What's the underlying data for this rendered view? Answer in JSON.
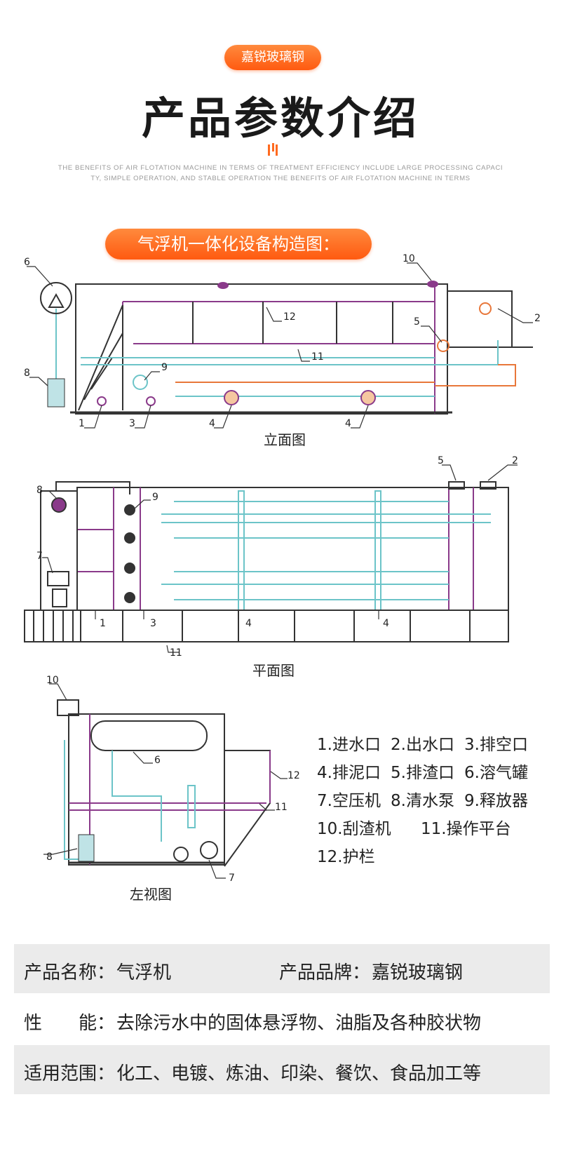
{
  "header": {
    "brand_badge": "嘉锐玻璃钢",
    "title": "产品参数介绍",
    "subtitle_line1": "THE BENEFITS OF AIR FLOTATION MACHINE IN TERMS OF TREATMENT EFFICIENCY INCLUDE LARGE PROCESSING CAPACI",
    "subtitle_line2": "TY, SIMPLE OPERATION, AND STABLE OPERATION THE BENEFITS OF AIR FLOTATION MACHINE IN TERMS"
  },
  "section": {
    "title": "气浮机一体化设备构造图："
  },
  "drawings": {
    "elevation": {
      "caption": "立面图",
      "callouts": [
        "6",
        "10",
        "2",
        "5",
        "12",
        "11",
        "9",
        "8",
        "1",
        "3",
        "4",
        "4"
      ]
    },
    "plan": {
      "caption": "平面图",
      "callouts": [
        "8",
        "9",
        "5",
        "2",
        "7",
        "1",
        "3",
        "4",
        "4",
        "11"
      ]
    },
    "side": {
      "caption": "左视图",
      "callouts": [
        "10",
        "6",
        "12",
        "11",
        "8",
        "7"
      ]
    }
  },
  "legend": {
    "items": [
      "1.进水口",
      "2.出水口",
      "3.排空口",
      "4.排泥口",
      "5.排渣口",
      "6.溶气罐",
      "7.空压机",
      "8.清水泵",
      "9.释放器",
      "10.刮渣机",
      "11.操作平台",
      "12.护栏"
    ]
  },
  "specs": {
    "name_label": "产品名称：",
    "name_value": "气浮机",
    "brand_label": "产品品牌：",
    "brand_value": "嘉锐玻璃钢",
    "perf_label_a": "性",
    "perf_label_b": "能：",
    "perf_value": "去除污水中的固体悬浮物、油脂及各种胶状物",
    "scope_label": "适用范围：",
    "scope_value": "化工、电镀、炼油、印染、餐饮、食品加工等"
  },
  "colors": {
    "accent": "#ff6a1f",
    "frame": "#8a3a8a",
    "pipe": "#6cc4c8",
    "line": "#333333",
    "shade": "#ebebeb"
  }
}
